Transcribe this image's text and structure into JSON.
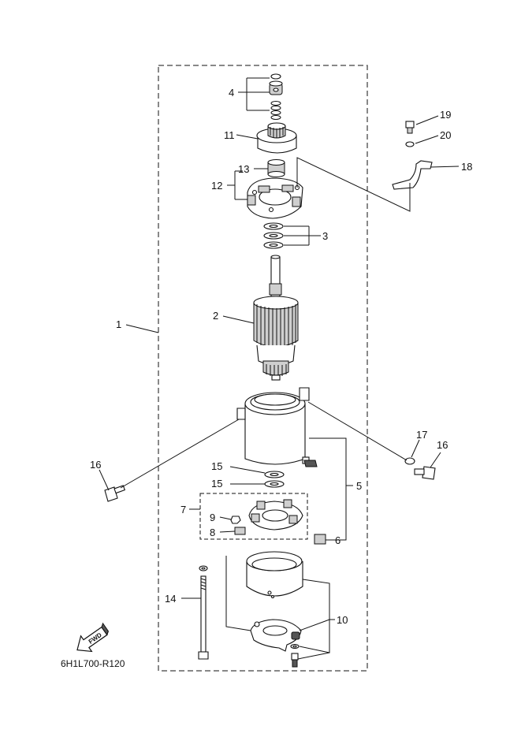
{
  "diagram": {
    "code": "6H1L700-R120",
    "fwd_label": "FWD",
    "callouts": [
      "1",
      "2",
      "3",
      "4",
      "5",
      "6",
      "7",
      "8",
      "9",
      "10",
      "11",
      "12",
      "13",
      "14",
      "15",
      "15",
      "16",
      "16",
      "17",
      "18",
      "19",
      "20"
    ]
  }
}
